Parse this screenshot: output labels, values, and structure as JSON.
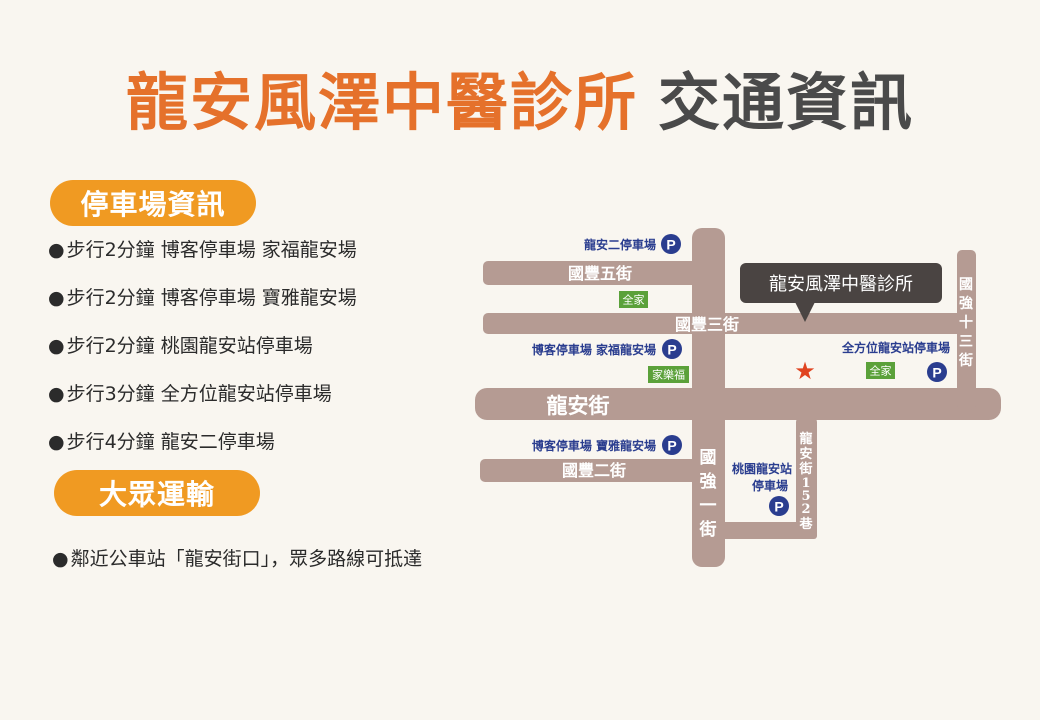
{
  "title": {
    "clinic_name": "龍安風澤中醫診所",
    "subtitle": "交通資訊"
  },
  "parking": {
    "heading": "停車場資訊",
    "items": [
      "步行2分鐘 博客停車場 家福龍安場",
      "步行2分鐘 博客停車場 寶雅龍安場",
      "步行2分鐘 桃園龍安站停車場",
      "步行3分鐘 全方位龍安站停車場",
      "步行4分鐘 龍安二停車場"
    ]
  },
  "transit": {
    "heading": "大眾運輸",
    "text": "鄰近公車站「龍安街口」，眾多路線可抵達"
  },
  "bullet": "●",
  "map": {
    "roads": {
      "guofeng5": "國豐五街",
      "guofeng3": "國豐三街",
      "longan": "龍安街",
      "guofeng2": "國豐二街",
      "guoqiang1": [
        "國",
        "強",
        "一",
        "街"
      ],
      "guoqiang13": [
        "國",
        "強",
        "十",
        "三",
        "街"
      ],
      "longan152": [
        "龍",
        "安",
        "街",
        "1",
        "5",
        "2",
        "巷"
      ]
    },
    "parking_labels": {
      "longan2": "龍安二停車場",
      "bokejiafu": "博客停車場 家福龍安場",
      "quanfangwei": "全方位龍安站停車場",
      "bokebaoya": "博客停車場 寶雅龍安場",
      "taoyuan_line1": "桃園龍安站",
      "taoyuan_line2": "停車場"
    },
    "parking_symbol": "P",
    "stores": {
      "familymart1": "全家",
      "familymart2": "全家",
      "carrefour": "家樂福"
    },
    "clinic_label": "龍安風澤中醫診所",
    "clinic_marker": "★",
    "colors": {
      "road": "#b59b93",
      "parking": "#2a3d8f",
      "store": "#5ba13a",
      "marker": "#e0431f",
      "callout": "#4a4442"
    }
  }
}
